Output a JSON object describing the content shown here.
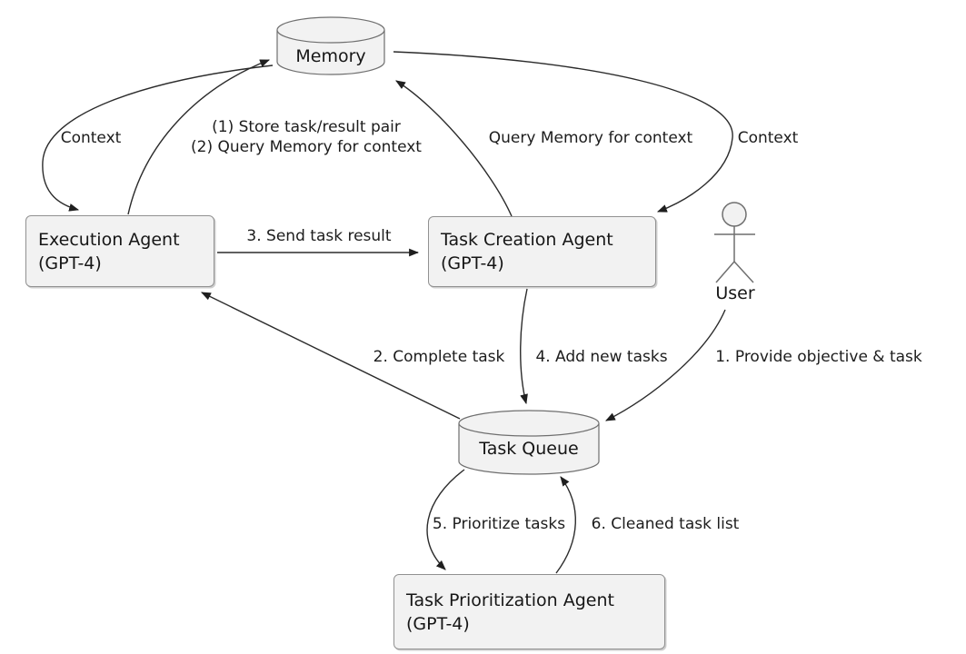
{
  "nodes": {
    "memory": {
      "label": "Memory",
      "type": "cylinder"
    },
    "execution_agent": {
      "label": "Execution Agent",
      "sublabel": "(GPT-4)",
      "type": "box"
    },
    "task_creation_agent": {
      "label": "Task Creation Agent",
      "sublabel": "(GPT-4)",
      "type": "box"
    },
    "user": {
      "label": "User",
      "type": "actor"
    },
    "task_queue": {
      "label": "Task Queue",
      "type": "cylinder"
    },
    "task_prioritization_agent": {
      "label": "Task Prioritization Agent",
      "sublabel": "(GPT-4)",
      "type": "box"
    }
  },
  "edges": [
    {
      "from": "memory",
      "to": "execution_agent",
      "label": "Context"
    },
    {
      "from": "execution_agent",
      "to": "memory",
      "label_line1": "(1) Store task/result pair",
      "label_line2": "(2) Query Memory for context"
    },
    {
      "from": "task_creation_agent",
      "to": "memory",
      "label": "Query Memory for context"
    },
    {
      "from": "memory",
      "to": "task_creation_agent",
      "label": "Context"
    },
    {
      "from": "execution_agent",
      "to": "task_creation_agent",
      "label": "3. Send task result"
    },
    {
      "from": "task_queue",
      "to": "execution_agent",
      "label": "2. Complete task"
    },
    {
      "from": "task_creation_agent",
      "to": "task_queue",
      "label": "4. Add new tasks"
    },
    {
      "from": "user",
      "to": "task_queue",
      "label": "1. Provide objective & task"
    },
    {
      "from": "task_queue",
      "to": "task_prioritization_agent",
      "label": "5. Prioritize tasks"
    },
    {
      "from": "task_prioritization_agent",
      "to": "task_queue",
      "label": "6. Cleaned task list"
    }
  ],
  "colors": {
    "background": "#ffffff",
    "node_fill": "#f2f2f2",
    "node_border": "#919191",
    "edge_line": "#2b2b2b",
    "arrowhead": "#1f1f1f",
    "text": "#1c1c1c"
  }
}
